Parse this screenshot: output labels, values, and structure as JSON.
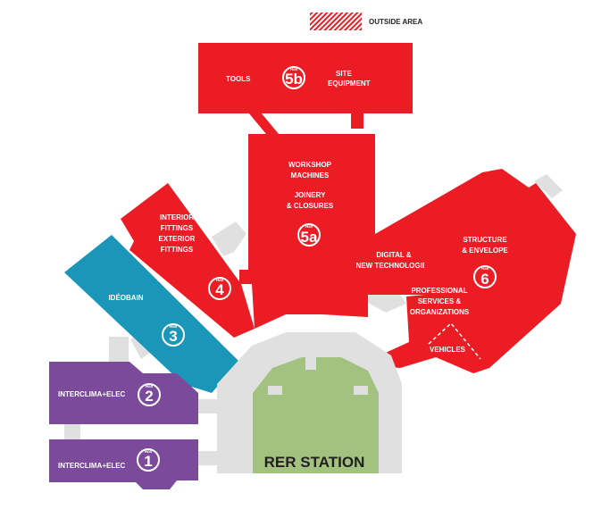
{
  "legend": {
    "outside_area_label": "OUTSIDE AREA"
  },
  "colors": {
    "red": "#ec1c24",
    "purple": "#7b4a9b",
    "blue": "#1996b8",
    "green": "#a2c37f",
    "gray": "#e0e0e0",
    "hatch": "#ec1c24"
  },
  "halls": {
    "hall1": {
      "number": "1",
      "tag": "Hall",
      "label": "INTERCLIMA+ELEC"
    },
    "hall2": {
      "number": "2",
      "tag": "Hall",
      "label": "INTERCLIMA+ELEC"
    },
    "hall3": {
      "number": "3",
      "tag": "Hall",
      "label": "IDÉOBAIN"
    },
    "hall4": {
      "number": "4",
      "tag": "Hall",
      "label_l1": "INTERIOR",
      "label_l2": "FITTINGS",
      "label_l3": "EXTERIOR",
      "label_l4": "FITTINGS"
    },
    "hall5a": {
      "number": "5a",
      "tag": "Hall",
      "label_l1": "WORKSHOP",
      "label_l2": "MACHINES",
      "label_l3": "JOINERY",
      "label_l4": "& CLOSURES",
      "label_l5": "DIGITAL &",
      "label_l6": "NEW TECHNOLOGIES"
    },
    "hall5b": {
      "number": "5b",
      "tag": "Hall",
      "label_left": "TOOLS",
      "label_right_l1": "SITE",
      "label_right_l2": "EQUIPMENT"
    },
    "hall6": {
      "number": "6",
      "tag": "Hall",
      "label_l1": "STRUCTURE",
      "label_l2": "& ENVELOPE",
      "label_l3": "PROFESSIONAL",
      "label_l4": "SERVICES &",
      "label_l5": "ORGANIZATIONS",
      "label_vehicles": "VEHICLES"
    }
  },
  "station": {
    "label": "RER STATION"
  }
}
